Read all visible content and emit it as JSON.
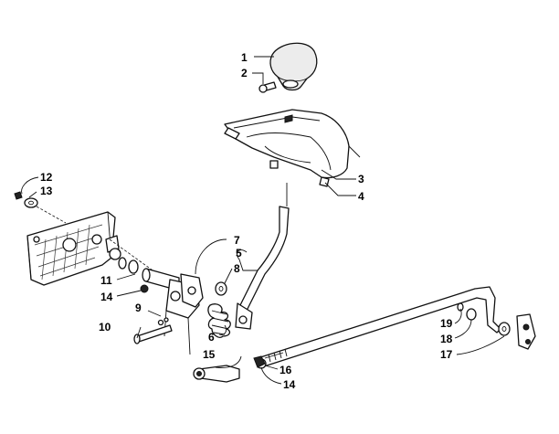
{
  "callouts": [
    {
      "id": "c1",
      "label": "1"
    },
    {
      "id": "c2",
      "label": "2"
    },
    {
      "id": "c3",
      "label": "3"
    },
    {
      "id": "c4",
      "label": "4"
    },
    {
      "id": "c5",
      "label": "5"
    },
    {
      "id": "c6",
      "label": "6"
    },
    {
      "id": "c7",
      "label": "7"
    },
    {
      "id": "c8",
      "label": "8"
    },
    {
      "id": "c9",
      "label": "9"
    },
    {
      "id": "c10",
      "label": "10"
    },
    {
      "id": "c11",
      "label": "11"
    },
    {
      "id": "c12",
      "label": "12"
    },
    {
      "id": "c13",
      "label": "13"
    },
    {
      "id": "c14a",
      "label": "14"
    },
    {
      "id": "c14b",
      "label": "14"
    },
    {
      "id": "c15",
      "label": "15"
    },
    {
      "id": "c16",
      "label": "16"
    },
    {
      "id": "c17",
      "label": "17"
    },
    {
      "id": "c18",
      "label": "18"
    },
    {
      "id": "c19",
      "label": "19"
    }
  ]
}
